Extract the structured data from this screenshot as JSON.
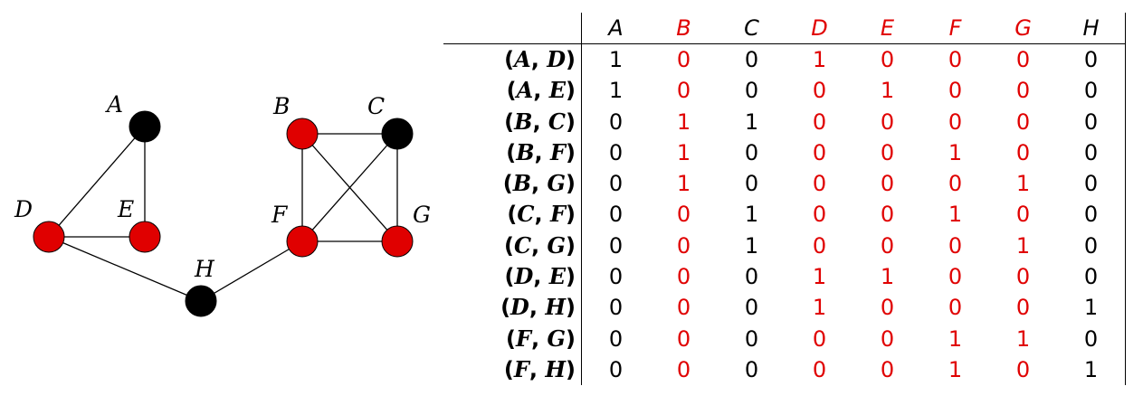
{
  "colors": {
    "red": "#e00000",
    "black": "#000000"
  },
  "graph": {
    "nodes": [
      {
        "id": "A",
        "label": "A",
        "color": "black"
      },
      {
        "id": "B",
        "label": "B",
        "color": "red"
      },
      {
        "id": "C",
        "label": "C",
        "color": "black"
      },
      {
        "id": "D",
        "label": "D",
        "color": "red"
      },
      {
        "id": "E",
        "label": "E",
        "color": "red"
      },
      {
        "id": "F",
        "label": "F",
        "color": "red"
      },
      {
        "id": "G",
        "label": "G",
        "color": "red"
      },
      {
        "id": "H",
        "label": "H",
        "color": "black"
      }
    ],
    "edges": [
      [
        "A",
        "D"
      ],
      [
        "A",
        "E"
      ],
      [
        "B",
        "C"
      ],
      [
        "B",
        "F"
      ],
      [
        "B",
        "G"
      ],
      [
        "C",
        "F"
      ],
      [
        "C",
        "G"
      ],
      [
        "D",
        "E"
      ],
      [
        "D",
        "H"
      ],
      [
        "F",
        "G"
      ],
      [
        "F",
        "H"
      ]
    ]
  },
  "table": {
    "columns": [
      {
        "label": "A",
        "color": "black"
      },
      {
        "label": "B",
        "color": "red"
      },
      {
        "label": "C",
        "color": "black"
      },
      {
        "label": "D",
        "color": "red"
      },
      {
        "label": "E",
        "color": "red"
      },
      {
        "label": "F",
        "color": "red"
      },
      {
        "label": "G",
        "color": "red"
      },
      {
        "label": "H",
        "color": "black"
      }
    ],
    "rows": [
      {
        "u": "A",
        "v": "D",
        "values": [
          "1",
          "0",
          "0",
          "1",
          "0",
          "0",
          "0",
          "0"
        ]
      },
      {
        "u": "A",
        "v": "E",
        "values": [
          "1",
          "0",
          "0",
          "0",
          "1",
          "0",
          "0",
          "0"
        ]
      },
      {
        "u": "B",
        "v": "C",
        "values": [
          "0",
          "1",
          "1",
          "0",
          "0",
          "0",
          "0",
          "0"
        ]
      },
      {
        "u": "B",
        "v": "F",
        "values": [
          "0",
          "1",
          "0",
          "0",
          "0",
          "1",
          "0",
          "0"
        ]
      },
      {
        "u": "B",
        "v": "G",
        "values": [
          "0",
          "1",
          "0",
          "0",
          "0",
          "0",
          "1",
          "0"
        ]
      },
      {
        "u": "C",
        "v": "F",
        "values": [
          "0",
          "0",
          "1",
          "0",
          "0",
          "1",
          "0",
          "0"
        ]
      },
      {
        "u": "C",
        "v": "G",
        "values": [
          "0",
          "0",
          "1",
          "0",
          "0",
          "0",
          "1",
          "0"
        ]
      },
      {
        "u": "D",
        "v": "E",
        "values": [
          "0",
          "0",
          "0",
          "1",
          "1",
          "0",
          "0",
          "0"
        ]
      },
      {
        "u": "D",
        "v": "H",
        "values": [
          "0",
          "0",
          "0",
          "1",
          "0",
          "0",
          "0",
          "1"
        ]
      },
      {
        "u": "F",
        "v": "G",
        "values": [
          "0",
          "0",
          "0",
          "0",
          "0",
          "1",
          "1",
          "0"
        ]
      },
      {
        "u": "F",
        "v": "H",
        "values": [
          "0",
          "0",
          "0",
          "0",
          "0",
          "1",
          "0",
          "1"
        ]
      }
    ]
  }
}
